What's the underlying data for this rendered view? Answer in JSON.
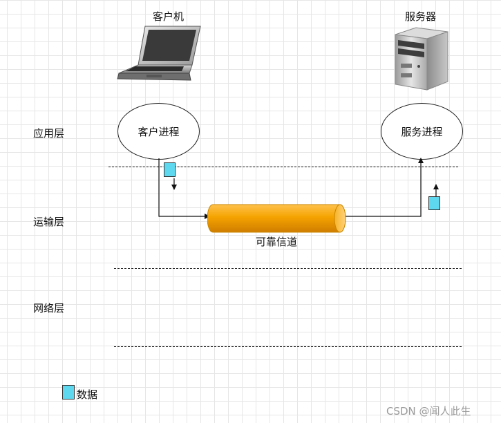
{
  "client": {
    "label": "客户机"
  },
  "server": {
    "label": "服务器"
  },
  "layers": {
    "application": "应用层",
    "transport": "运输层",
    "network": "网络层"
  },
  "processes": {
    "client": "客户进程",
    "server": "服务进程"
  },
  "channel": {
    "label": "可靠信道"
  },
  "legend": {
    "data_label": "数据",
    "data_color": "#5ed8ef"
  },
  "watermark": "CSDN @闻人此生",
  "colors": {
    "channel": "#f5a300",
    "packet": "#5ed8ef"
  }
}
